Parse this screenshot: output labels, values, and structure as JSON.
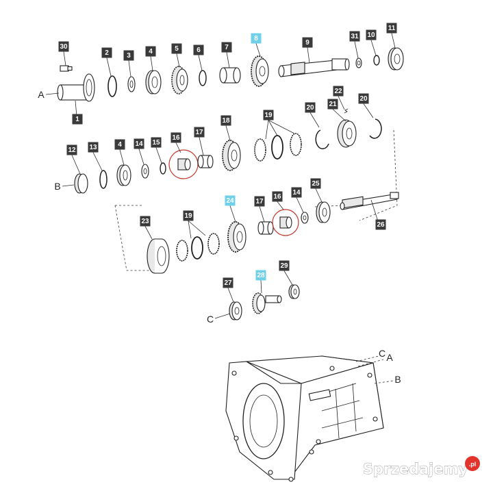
{
  "parts": [
    {
      "id": "1",
      "label": "1"
    },
    {
      "id": "2",
      "label": "2"
    },
    {
      "id": "3",
      "label": "3"
    },
    {
      "id": "4a",
      "label": "4"
    },
    {
      "id": "5",
      "label": "5"
    },
    {
      "id": "6",
      "label": "6"
    },
    {
      "id": "7",
      "label": "7"
    },
    {
      "id": "8",
      "label": "8",
      "highlight": true
    },
    {
      "id": "9",
      "label": "9"
    },
    {
      "id": "10",
      "label": "10"
    },
    {
      "id": "11",
      "label": "11"
    },
    {
      "id": "12",
      "label": "12"
    },
    {
      "id": "13",
      "label": "13"
    },
    {
      "id": "4b",
      "label": "4"
    },
    {
      "id": "14a",
      "label": "14"
    },
    {
      "id": "15",
      "label": "15"
    },
    {
      "id": "16a",
      "label": "16"
    },
    {
      "id": "17a",
      "label": "17"
    },
    {
      "id": "18",
      "label": "18"
    },
    {
      "id": "19a",
      "label": "19"
    },
    {
      "id": "20a",
      "label": "20"
    },
    {
      "id": "21",
      "label": "21"
    },
    {
      "id": "22",
      "label": "22"
    },
    {
      "id": "20b",
      "label": "20"
    },
    {
      "id": "23",
      "label": "23"
    },
    {
      "id": "19b",
      "label": "19"
    },
    {
      "id": "24",
      "label": "24",
      "highlight": true
    },
    {
      "id": "17b",
      "label": "17"
    },
    {
      "id": "16b",
      "label": "16"
    },
    {
      "id": "14b",
      "label": "14"
    },
    {
      "id": "25",
      "label": "25"
    },
    {
      "id": "26",
      "label": "26"
    },
    {
      "id": "27",
      "label": "27"
    },
    {
      "id": "28",
      "label": "28",
      "highlight": true
    },
    {
      "id": "29",
      "label": "29"
    },
    {
      "id": "30",
      "label": "30"
    },
    {
      "id": "31",
      "label": "31"
    }
  ],
  "refs": {
    "a_left": "A",
    "b_left": "B",
    "c_left": "C",
    "c_housing": "C",
    "a_housing": "A",
    "b_housing": "B"
  },
  "watermark": {
    "text": "Sprzedajemy",
    "suffix": ".pl"
  },
  "colors": {
    "tag_dark": "#3a3a3a",
    "tag_highlight": "#6fd0e8",
    "circle_mark": "#c0392b",
    "watermark_badge": "#e2342c"
  }
}
